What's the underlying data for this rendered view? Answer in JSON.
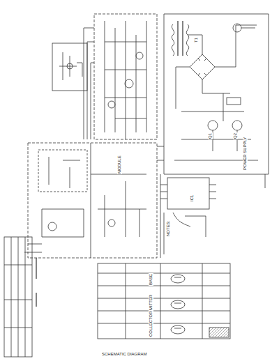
{
  "diagram": {
    "labels": [
      "NOTES:",
      "POWER SUPPLY",
      "MODULE",
      "IC1",
      "Q1",
      "Q2",
      "T1",
      "BASE",
      "EMITTER",
      "COLLECTOR",
      "SCHEMATIC DIAGRAM"
    ]
  }
}
